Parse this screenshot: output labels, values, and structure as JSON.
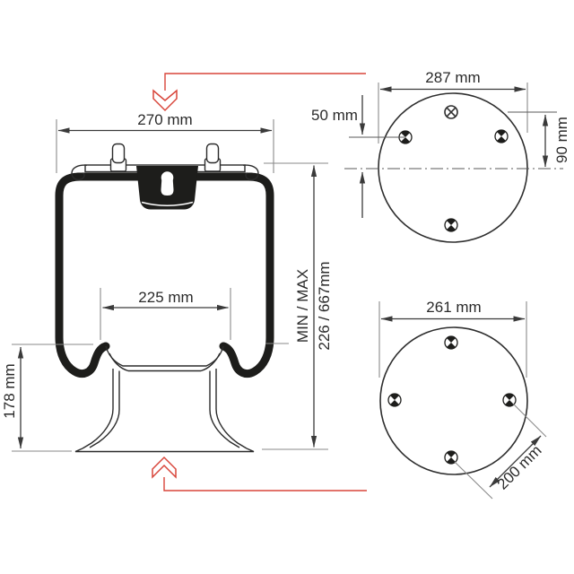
{
  "side_view": {
    "top_width": "270 mm",
    "piston_top_width": "225 mm",
    "piston_height": "178 mm",
    "height_label": "MIN / MAX",
    "height_value": "226 / 667mm"
  },
  "top_plate_view": {
    "diameter": "287 mm",
    "hole_offset": "50 mm",
    "hole_to_center": "90 mm"
  },
  "base_plate_view": {
    "diameter": "261 mm",
    "bolt_spacing": "200 mm"
  },
  "icons": {
    "air_fitting": "crossed-circle air port symbol",
    "bolt_hole": "quarter-filled position marker",
    "flow_arrow": "red hollow chevron"
  },
  "colors": {
    "accent_red": "#d8453a",
    "line_dark": "#2b2b2b",
    "line_grey": "#8a8a8a",
    "fill_black": "#1d1d1b",
    "background": "#ffffff"
  }
}
